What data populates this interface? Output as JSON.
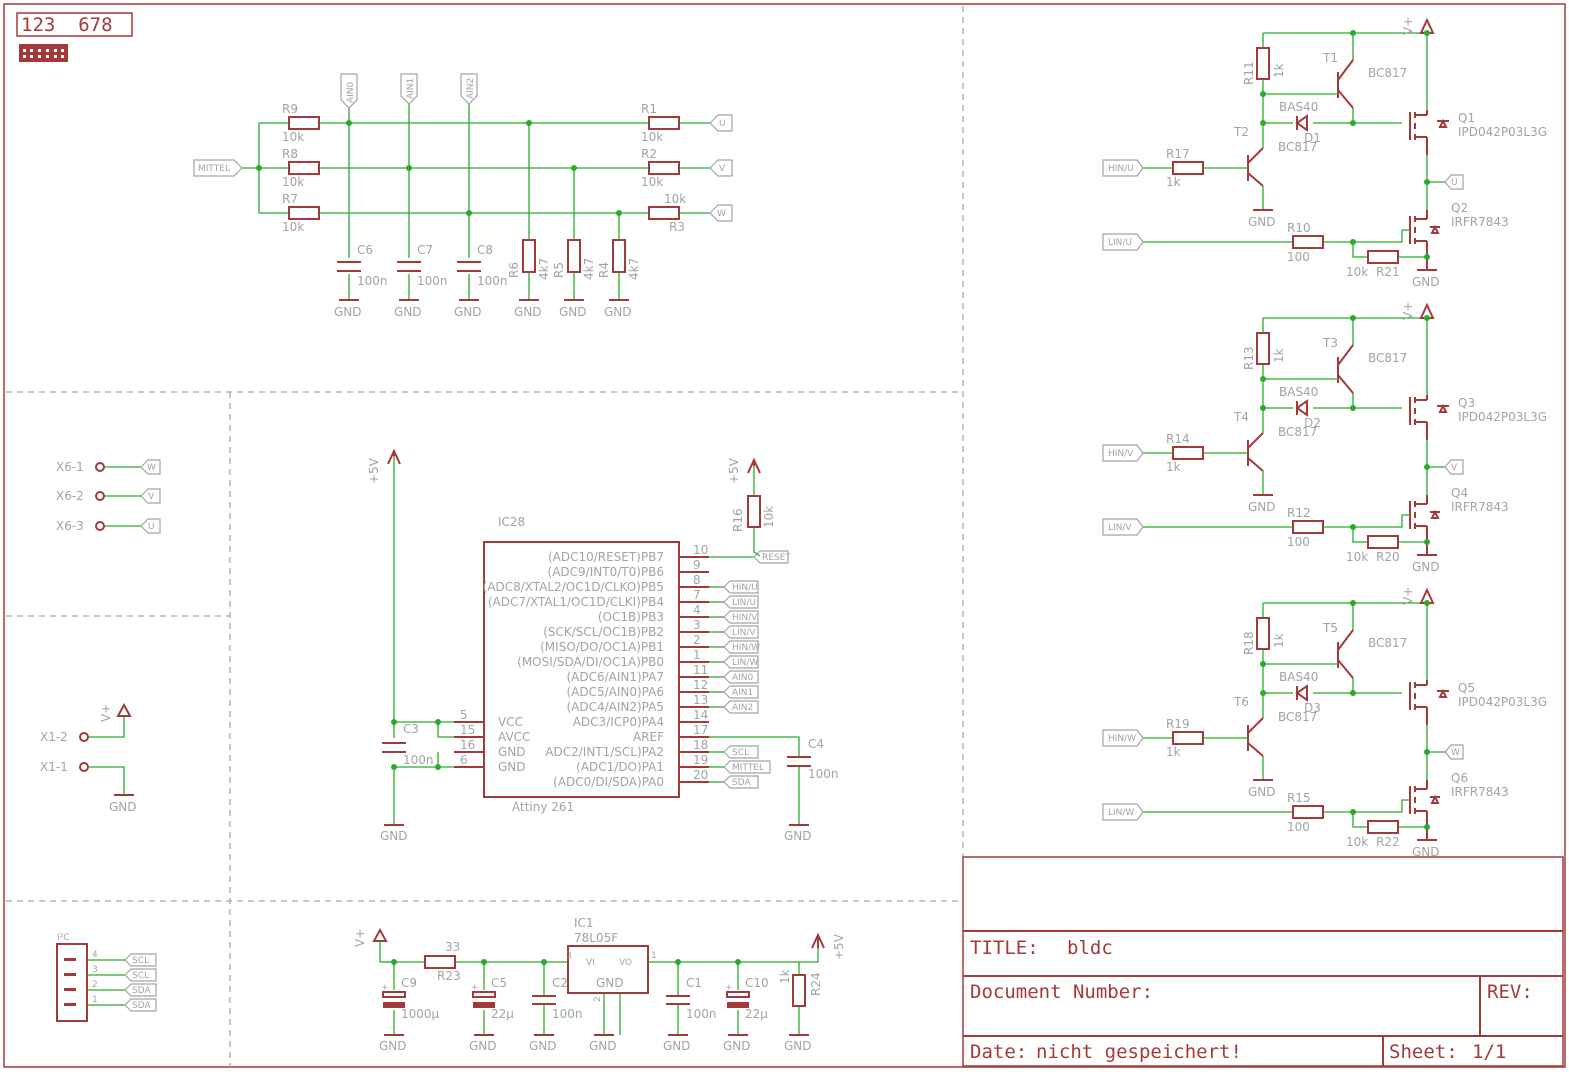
{
  "header_number": "123  678",
  "title_block": {
    "title_label": "TITLE:",
    "title_value": "bldc",
    "doc_number_label": "Document Number:",
    "rev_label": "REV:",
    "date_label": "Date:",
    "date_value": "nicht gespeichert!",
    "sheet_label": "Sheet:",
    "sheet_value": "1/1"
  },
  "net_labels": {
    "mittel": "MITTEL",
    "u": "U",
    "v": "V",
    "w": "W",
    "ain0": "AIN0",
    "ain1": "AIN1",
    "ain2": "AIN2",
    "hin_u": "HIN/U",
    "lin_u": "LIN/U",
    "hin_v": "HIN/V",
    "lin_v": "LIN/V",
    "hin_w": "HIN/W",
    "lin_w": "LIN/W",
    "reset": "RESET",
    "scl": "SCL",
    "sda": "SDA",
    "gnd": "GND",
    "vplus": "V+",
    "p5v": "+5V"
  },
  "top_left_network": {
    "resistors": [
      {
        "name": "R9",
        "value": "10k"
      },
      {
        "name": "R8",
        "value": "10k"
      },
      {
        "name": "R7",
        "value": "10k"
      },
      {
        "name": "R1",
        "value": "10k"
      },
      {
        "name": "R2",
        "value": "10k"
      },
      {
        "name": "R3",
        "value": "10k"
      },
      {
        "name": "R6",
        "value": "4k7"
      },
      {
        "name": "R5",
        "value": "4k7"
      },
      {
        "name": "R4",
        "value": "4k7"
      }
    ],
    "capacitors": [
      {
        "name": "C6",
        "value": "100n"
      },
      {
        "name": "C7",
        "value": "100n"
      },
      {
        "name": "C8",
        "value": "100n"
      }
    ]
  },
  "connectors": {
    "x6": [
      "X6-1",
      "X6-2",
      "X6-3"
    ],
    "x1": [
      "X1-2",
      "X1-1"
    ],
    "i2c_label": "I²C",
    "i2c_pins": [
      "4",
      "3",
      "2",
      "1"
    ]
  },
  "mcu": {
    "name": "IC28",
    "part": "Attiny 261",
    "left_pins": [
      {
        "num": "5",
        "name": "VCC"
      },
      {
        "num": "15",
        "name": "AVCC"
      },
      {
        "num": "16",
        "name": "GND"
      },
      {
        "num": "6",
        "name": "GND"
      }
    ],
    "right_pins": [
      {
        "num": "10",
        "name": "(ADC10/RESET)PB7"
      },
      {
        "num": "9",
        "name": "(ADC9/INT0/T0)PB6"
      },
      {
        "num": "8",
        "name": "(ADC8/XTAL2/OC1D/CLKO)PB5"
      },
      {
        "num": "7",
        "name": "(ADC7/XTAL1/OC1D/CLKI)PB4"
      },
      {
        "num": "4",
        "name": "(OC1B)PB3"
      },
      {
        "num": "3",
        "name": "(SCK/SCL/OC1B)PB2"
      },
      {
        "num": "2",
        "name": "(MISO/DO/OC1A)PB1"
      },
      {
        "num": "1",
        "name": "(MOSI/SDA/DI/OC1A)PB0"
      },
      {
        "num": "11",
        "name": "(ADC6/AIN1)PA7"
      },
      {
        "num": "12",
        "name": "(ADC5/AIN0)PA6"
      },
      {
        "num": "13",
        "name": "(ADC4/AIN2)PA5"
      },
      {
        "num": "14",
        "name": "ADC3/ICP0)PA4"
      },
      {
        "num": "17",
        "name": "AREF"
      },
      {
        "num": "18",
        "name": "ADC2/INT1/SCL)PA2"
      },
      {
        "num": "19",
        "name": "(ADC1/DO)PA1"
      },
      {
        "num": "20",
        "name": "(ADC0/DI/SDA)PA0"
      }
    ],
    "right_nets": [
      "RESET",
      "",
      "HIN/U",
      "LIN/U",
      "HIN/V",
      "LIN/V",
      "HIN/W",
      "LIN/W",
      "AIN0",
      "AIN1",
      "AIN2",
      "",
      "",
      "SCL",
      "MITTEL",
      "SDA"
    ],
    "c3": {
      "name": "C3",
      "value": "100n"
    },
    "c4": {
      "name": "C4",
      "value": "100n"
    },
    "r16": {
      "name": "R16",
      "value": "10k"
    }
  },
  "regulator": {
    "ic": "IC1",
    "part": "78L05F",
    "pins": {
      "vi": "VI",
      "vo": "VO",
      "gnd": "GND",
      "p1": "1",
      "p2": "2",
      "p3": "3"
    },
    "r23": {
      "name": "R23",
      "value": "33"
    },
    "r24": {
      "name": "R24",
      "value": "1k"
    },
    "caps": [
      {
        "name": "C9",
        "value": "1000µ"
      },
      {
        "name": "C5",
        "value": "22µ"
      },
      {
        "name": "C2",
        "value": "100n"
      },
      {
        "name": "C1",
        "value": "100n"
      },
      {
        "name": "C10",
        "value": "22µ"
      }
    ]
  },
  "half_bridges": [
    {
      "rtop": "R11",
      "t_hi": "T1",
      "t_drv": "T2",
      "diode": "D1",
      "q_hi": "Q1",
      "q_lo": "Q2",
      "r_in": "R17",
      "r_gate": "R10",
      "r_pd": "R21",
      "hin": "HIN/U",
      "lin": "LIN/U",
      "out": "U"
    },
    {
      "rtop": "R13",
      "t_hi": "T3",
      "t_drv": "T4",
      "diode": "D2",
      "q_hi": "Q3",
      "q_lo": "Q4",
      "r_in": "R14",
      "r_gate": "R12",
      "r_pd": "R20",
      "hin": "HIN/V",
      "lin": "LIN/V",
      "out": "V"
    },
    {
      "rtop": "R18",
      "t_hi": "T5",
      "t_drv": "T6",
      "diode": "D3",
      "q_hi": "Q5",
      "q_lo": "Q6",
      "r_in": "R19",
      "r_gate": "R15",
      "r_pd": "R22",
      "hin": "HIN/W",
      "lin": "LIN/W",
      "out": "W"
    }
  ],
  "bridge_parts": {
    "bjt": "BC817",
    "diode_part": "BAS40",
    "q_hi_part": "IPD042P03L3G",
    "q_lo_part": "IRFR7843",
    "v_1k": "1k",
    "v_100": "100",
    "v_10k": "10k"
  }
}
